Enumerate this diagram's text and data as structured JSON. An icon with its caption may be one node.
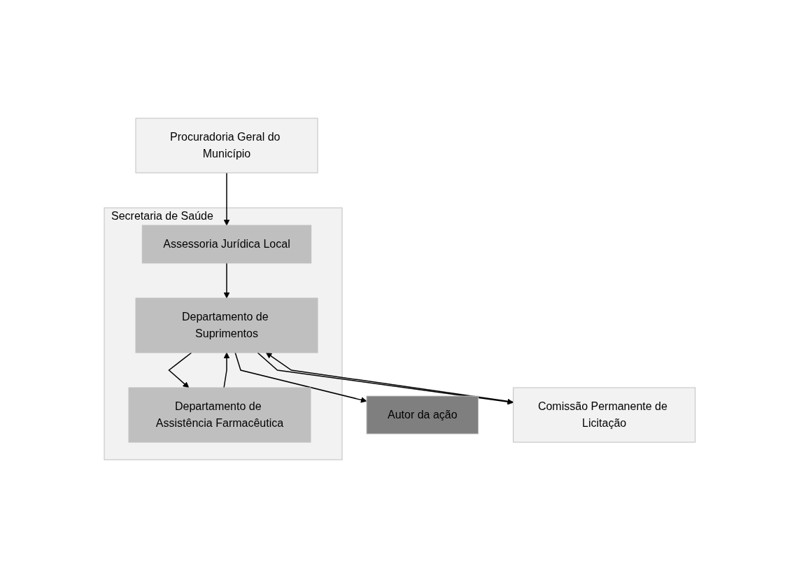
{
  "diagram": {
    "nodes": [
      {
        "text": [
          "Procuradoria Geral do Município"
        ]
      },
      {
        "text": [
          "Secretaria de Saúde"
        ]
      },
      {
        "text": [
          "Assessoria Jurídica Local"
        ],
        "in": 1
      },
      {
        "text": [
          "Departamento de Assistência Farmacêutica"
        ],
        "in": 1
      },
      {
        "text": [
          "Departamento de Suprimentos"
        ],
        "in": 1
      },
      {
        "text": [
          "Autor da ação"
        ]
      },
      {
        "text": [
          "Comissão Permanente de Licitação"
        ]
      }
    ],
    "edges": [
      {
        "from": 0,
        "to": 2,
        "arrow": "to"
      },
      {
        "from": 2,
        "to": 4,
        "arrow": "to"
      },
      {
        "from": 4,
        "to": 3,
        "arrow": "to"
      },
      {
        "from": 3,
        "to": 4,
        "arrow": "to"
      },
      {
        "from": 4,
        "to": 5,
        "arrow": "to"
      },
      {
        "from": 4,
        "to": 6,
        "arrow": "to"
      },
      {
        "from": 6,
        "to": 4,
        "arrow": "to"
      }
    ]
  }
}
